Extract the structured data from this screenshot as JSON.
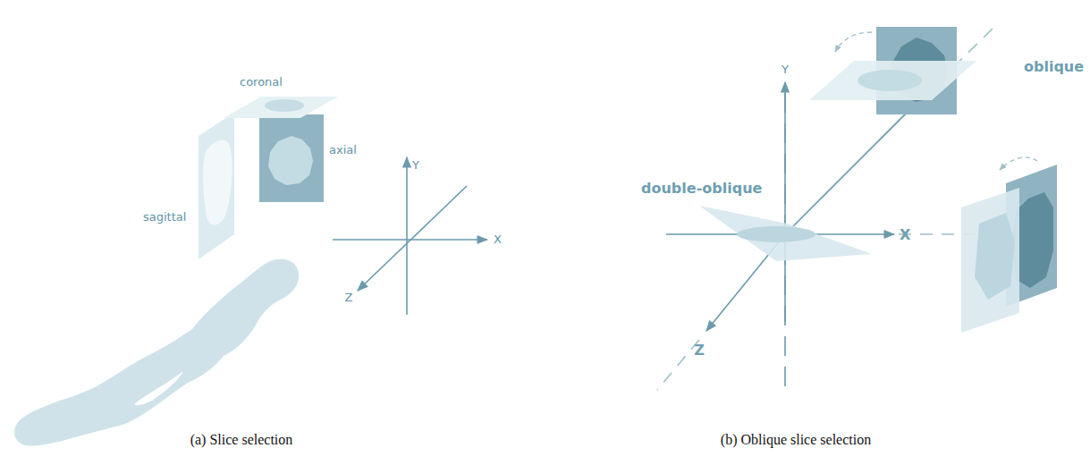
{
  "diagram": {
    "labels": [
      "coronal",
      "axial",
      "sagittal",
      "Y",
      "X",
      "Z",
      "Y",
      "oblique",
      "double-oblique",
      "X",
      "Z",
      "(a)  Slice selection",
      "(b)  Oblique slice selection"
    ]
  }
}
